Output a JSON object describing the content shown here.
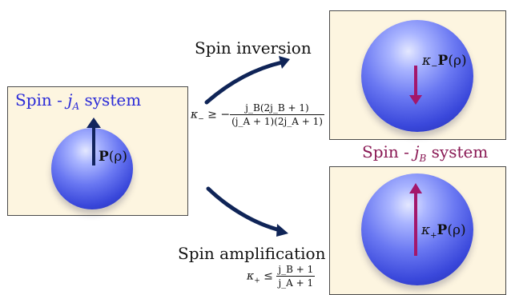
{
  "left_panel": {
    "title_prefix": "Spin - ",
    "title_var": "j",
    "title_sub": "A",
    "title_suffix": " system",
    "vector_label_bold": "P",
    "vector_label_arg": "(ρ)"
  },
  "right_label": {
    "prefix": "Spin - ",
    "var": "j",
    "sub": "B",
    "suffix": " system"
  },
  "inversion": {
    "label": "Spin inversion",
    "lhs": "κ",
    "lhs_sub": "−",
    "rel": " ≥ −",
    "numerator": "j_B(2j_B + 1)",
    "denominator": "(j_A + 1)(2j_A + 1)",
    "vector_coeff": "κ",
    "vector_coeff_sub": "−",
    "vector_bold": "P",
    "vector_arg": "(ρ)"
  },
  "amplification": {
    "label": "Spin amplification",
    "lhs": "κ",
    "lhs_sub": "+",
    "rel": " ≤ ",
    "numerator": "j_B + 1",
    "denominator": "j_A + 1",
    "vector_coeff": "κ",
    "vector_coeff_sub": "+",
    "vector_bold": "P",
    "vector_arg": "(ρ)"
  },
  "colors": {
    "panel_bg": "#fdf5e0",
    "left_title": "#2b2bd8",
    "right_title": "#8a1a55",
    "left_arrow": "#12245e",
    "right_arrow": "#a3176b",
    "curved_arrow": "#0f2457"
  }
}
